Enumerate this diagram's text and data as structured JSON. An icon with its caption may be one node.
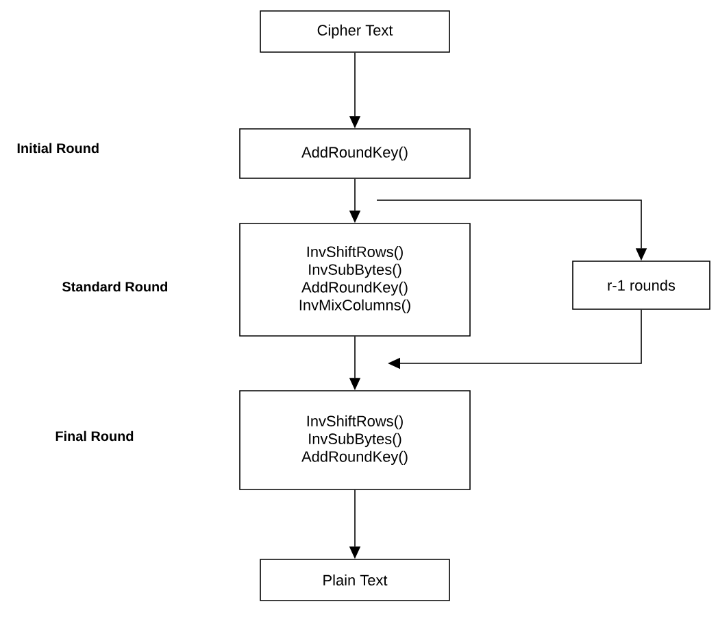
{
  "diagram": {
    "nodes": [
      {
        "text": [
          "Cipher Text"
        ]
      },
      {
        "text": [
          "AddRoundKey()"
        ]
      },
      {
        "text": [
          "InvShiftRows()",
          "InvSubBytes()",
          "AddRoundKey()",
          "InvMixColumns()"
        ]
      },
      {
        "text": [
          "r-1 rounds"
        ]
      },
      {
        "text": [
          "InvShiftRows()",
          "InvSubBytes()",
          "AddRoundKey()"
        ]
      },
      {
        "text": [
          "Plain Text"
        ]
      }
    ],
    "edges": [
      {
        "from": 0,
        "to": 1,
        "arrow": "to"
      },
      {
        "from": 1,
        "to": 2,
        "arrow": "to"
      },
      {
        "from": 2,
        "to": 4,
        "arrow": "to"
      },
      {
        "from": 4,
        "to": 5,
        "arrow": "to"
      },
      {
        "from": null,
        "to": 3,
        "arrow": "to"
      },
      {
        "from": 3,
        "to": null,
        "arrow": "to"
      }
    ],
    "labels": [
      "Initial Round",
      "Standard Round",
      "Final Round"
    ]
  }
}
